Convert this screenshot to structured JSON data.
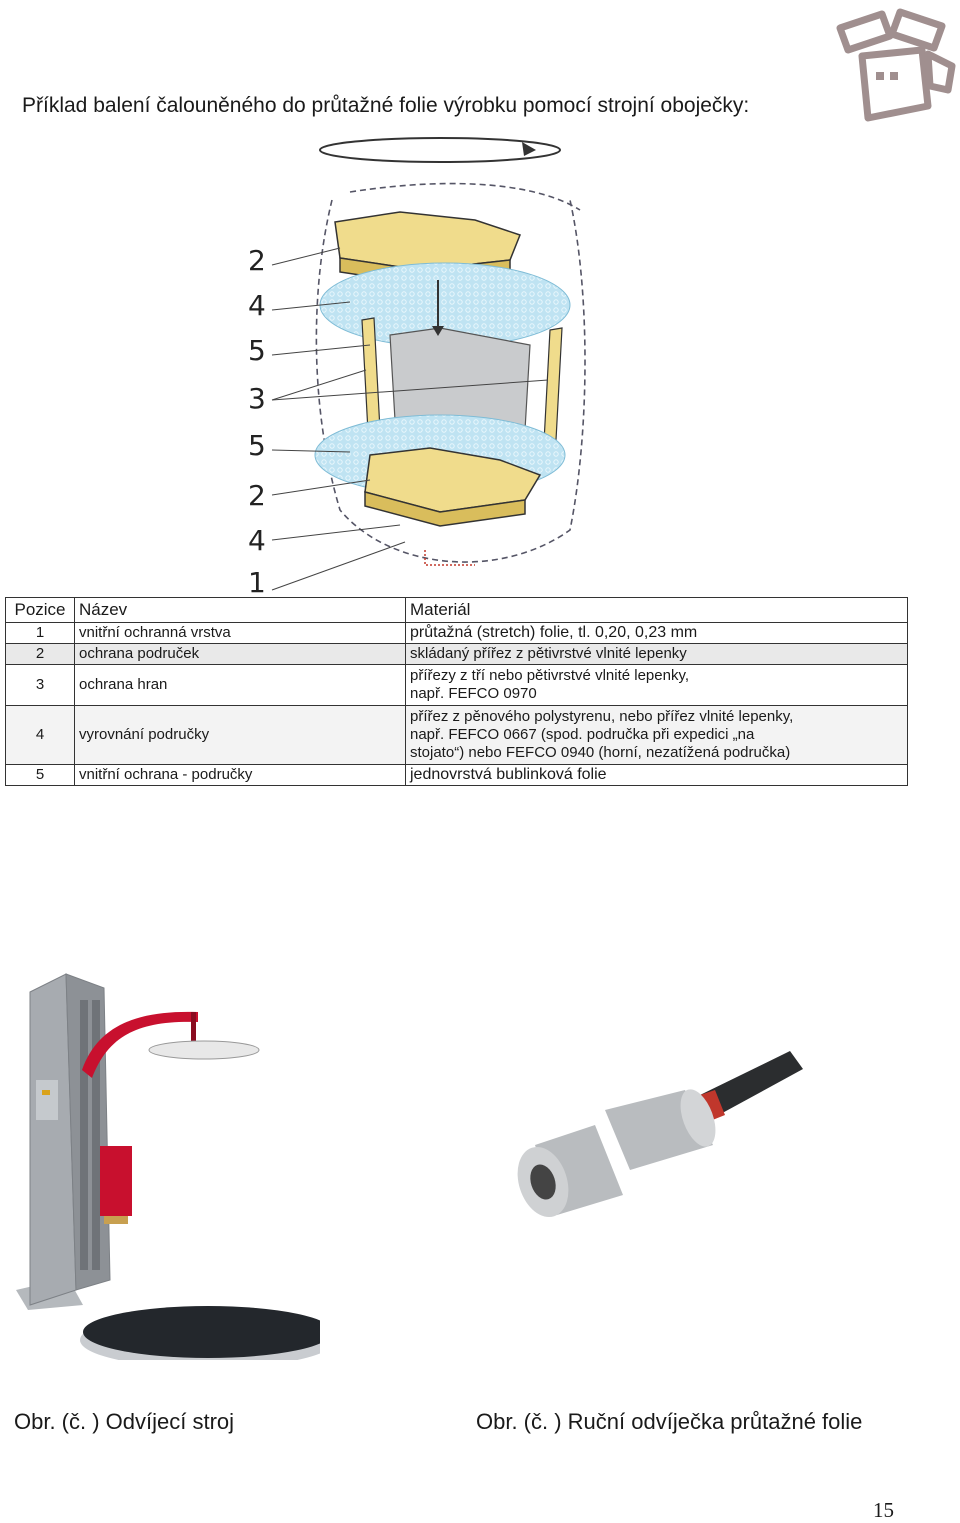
{
  "title": "Příklad balení čalouněného do průtažné folie výrobku pomocí strojní oboječky:",
  "diagram": {
    "labels": [
      "2",
      "4",
      "5",
      "3",
      "5",
      "2",
      "4",
      "1"
    ]
  },
  "table": {
    "headers": [
      "Pozice",
      "Název",
      "Materiál"
    ],
    "rows": [
      {
        "pos": "1",
        "name": "vnitřní ochranná vrstva",
        "material": [
          "průtažná (stretch) folie, tl.  0,20, 0,23 mm"
        ]
      },
      {
        "pos": "2",
        "name": "ochrana područek",
        "material": [
          "skládaný přířez z pětivrstvé vlnité lepenky"
        ]
      },
      {
        "pos": "3",
        "name": "ochrana hran",
        "material": [
          "přířezy z tří nebo pětivrstvé vlnité lepenky,",
          "např. FEFCO  0970"
        ]
      },
      {
        "pos": "4",
        "name": "vyrovnání područky",
        "material": [
          "přířez z pěnového polystyrenu, nebo přířez vlnité lepenky,",
          "např. FEFCO 0667 (spod. područka při expedici „na",
          "stojato“) nebo FEFCO 0940 (horní, nezatížená područka)"
        ]
      },
      {
        "pos": "5",
        "name": "vnitřní ochrana - područky",
        "material": [
          "jednovrstvá bublinková folie"
        ]
      }
    ]
  },
  "captions": {
    "left": "Obr. (č. ) Odvíjecí stroj",
    "right": "Obr. (č. ) Ruční odvíječka průtažné folie"
  },
  "page_number": "15",
  "colors": {
    "cardboard": "#f0dc8c",
    "bubble_foil": "#bfe3f2",
    "machine_red": "#c8102e",
    "machine_grey": "#a7abb0",
    "roll_grey": "#b9bcbf"
  }
}
